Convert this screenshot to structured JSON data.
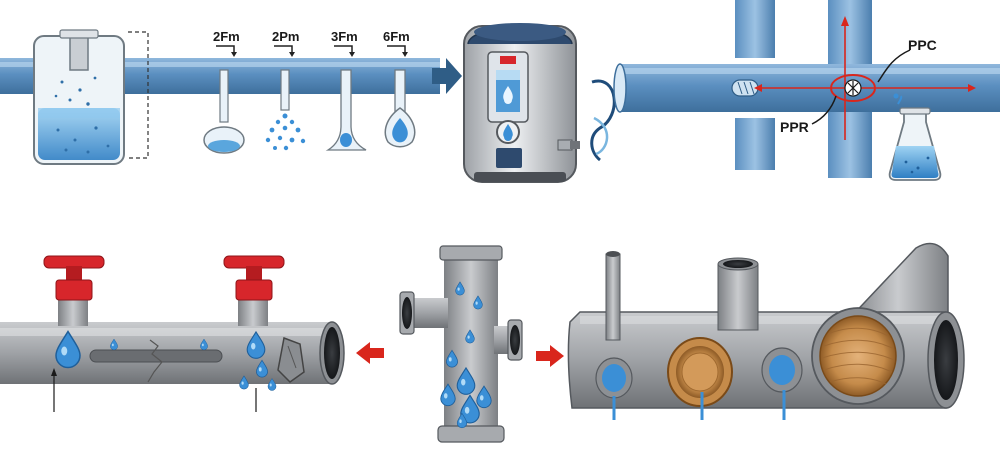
{
  "top_row": {
    "fitting_labels": [
      "2Fm",
      "2Pm",
      "3Fm",
      "6Fm"
    ],
    "junction_labels": {
      "ppc": "PPC",
      "ppr": "PPR"
    }
  },
  "colors": {
    "pipe_blue": "#4f86b8",
    "pipe_blue_light": "#8fb7dc",
    "water": "#3b8fd6",
    "water_light": "#a9d6f5",
    "steel_gray": "#9a9da1",
    "valve_red": "#d7262b",
    "arrow_red": "#d9261c",
    "arrow_navy": "#2f5d86",
    "brass": "#c58b4a"
  },
  "icons": [
    "beaker-icon",
    "water-heater-icon",
    "flask-icon",
    "valve-handle-icon",
    "water-drop-icon",
    "red-arrow-icon",
    "navy-arrow-icon",
    "leak-patch-icon"
  ]
}
